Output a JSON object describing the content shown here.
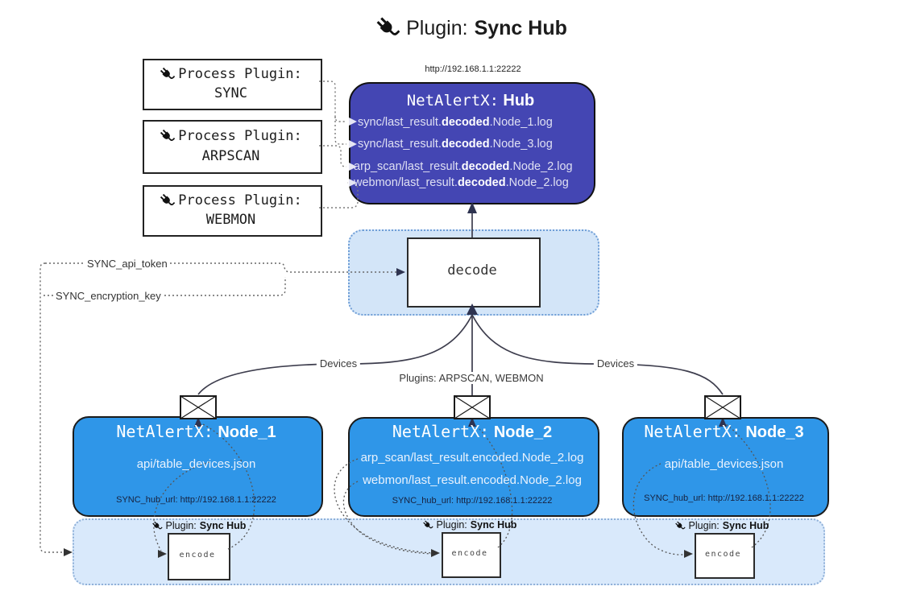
{
  "title": {
    "prefix": "Plugin:",
    "name": "Sync Hub"
  },
  "hub": {
    "url": "http://192.168.1.1:22222",
    "title_prefix": "NetAlertX:",
    "title_name": "Hub",
    "logs": [
      {
        "pre": "sync/last_result.",
        "bold": "decoded",
        "post": ".Node_1.log"
      },
      {
        "pre": "sync/last_result.",
        "bold": "decoded",
        "post": ".Node_3.log"
      },
      {
        "pre": "arp_scan/last_result.",
        "bold": "decoded",
        "post": ".Node_2.log"
      },
      {
        "pre": "webmon/last_result.",
        "bold": "decoded",
        "post": ".Node_2.log"
      }
    ]
  },
  "process_plugins": [
    {
      "label": "Process Plugin:",
      "name": "SYNC"
    },
    {
      "label": "Process Plugin:",
      "name": "ARPSCAN"
    },
    {
      "label": "Process Plugin:",
      "name": "WEBMON"
    }
  ],
  "decode_label": "decode",
  "encode_label": "encode",
  "settings": {
    "api_token": "SYNC_api_token",
    "encryption_key": "SYNC_encryption_key"
  },
  "edge_labels": {
    "devices_left": "Devices",
    "devices_right": "Devices",
    "plugins_mid": "Plugins: ARPSCAN, WEBMON"
  },
  "nodes": [
    {
      "title_prefix": "NetAlertX:",
      "title_name": "Node_1",
      "files": [
        "api/table_devices.json"
      ],
      "hub_url": "SYNC_hub_url: http://192.168.1.1:22222"
    },
    {
      "title_prefix": "NetAlertX:",
      "title_name": "Node_2",
      "files": [
        "arp_scan/last_result.encoded.Node_2.log",
        "webmon/last_result.encoded.Node_2.log"
      ],
      "hub_url": "SYNC_hub_url: http://192.168.1.1:22222"
    },
    {
      "title_prefix": "NetAlertX:",
      "title_name": "Node_3",
      "files": [
        "api/table_devices.json"
      ],
      "hub_url": "SYNC_hub_url: http://192.168.1.1:22222"
    }
  ],
  "band_plugin": {
    "prefix": "Plugin:",
    "name": "Sync Hub"
  },
  "colors": {
    "hub_fill": "#4446b3",
    "node_fill": "#2f96e8",
    "decode_band_fill": "#d3e5f8",
    "encode_band_fill": "#d9e9fb",
    "solid_line": "#3d3d4d",
    "arrow_dark": "#2e3350",
    "hub_text": "#dfe0f3"
  }
}
